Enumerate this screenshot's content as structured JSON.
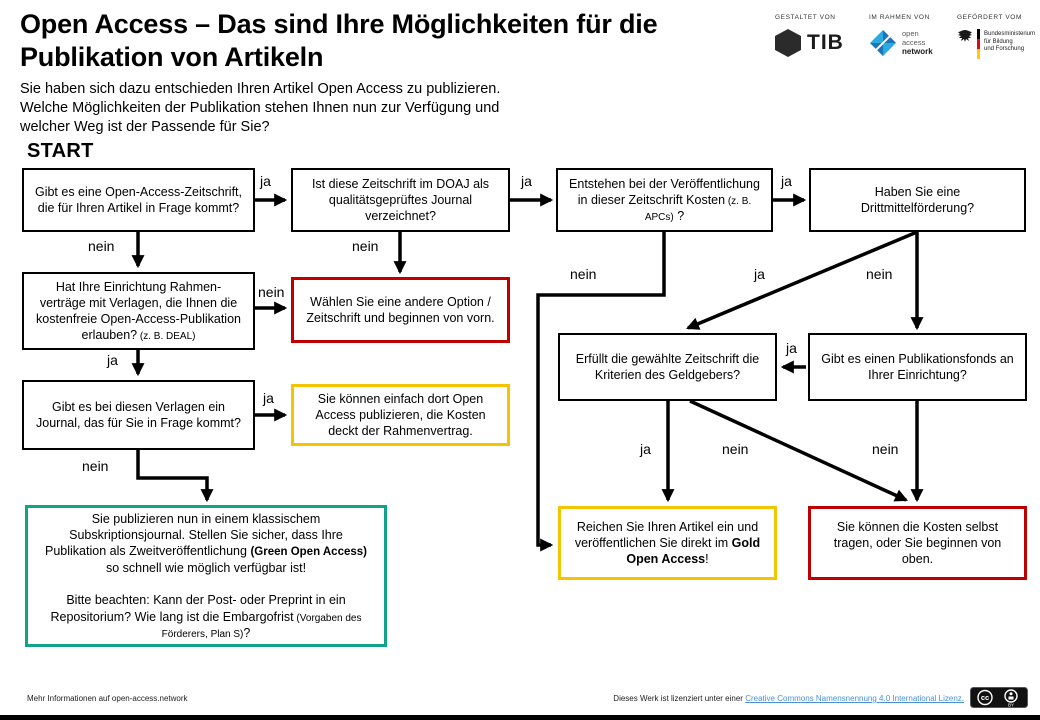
{
  "header": {
    "title": "Open Access – Das sind Ihre Möglichkeiten für die Publikation von Artikeln",
    "intro": "Sie haben sich dazu entschieden Ihren Artikel Open Access zu publizieren. Welche Möglichkeiten der Publikation stehen Ihnen nun zur Verfügung und welcher Weg ist der Passende für Sie?"
  },
  "logos": {
    "designed_by": {
      "caption": "GESTALTET VON",
      "name": "TIB"
    },
    "framework_of": {
      "caption": "IM RAHMEN VON",
      "line1": "open",
      "line2": "access",
      "line3": "network"
    },
    "funded_by": {
      "caption": "GEFÖRDERT VOM",
      "line1": "Bundesministerium",
      "line2": "für Bildung",
      "line3": "und Forschung"
    }
  },
  "start_label": "START",
  "boxes": {
    "q_oa_journal": {
      "text": "Gibt es eine Open-Access-Zeitschrift, die für Ihren Artikel in Frage kommt?"
    },
    "q_doaj": {
      "text": "Ist diese Zeitschrift im DOAJ als qualitätsgeprüftes Journal verzeichnet?"
    },
    "q_costs": {
      "text": "Entstehen bei der Veröffentlichung in dieser Zeitschrift Kosten",
      "note": " (z. B. APCs)",
      "suffix": " ?"
    },
    "q_funding": {
      "text": "Haben Sie eine Drittmittelförderung?"
    },
    "q_agreements": {
      "text": "Hat Ihre Einrichtung Rahmen-verträge mit Verlagen, die Ihnen die kostenfreie Open-Access-Publikation erlauben?",
      "note": " (z. B. DEAL)"
    },
    "outcome_restart": {
      "text": "Wählen Sie eine andere Option / Zeitschrift und beginnen von vorn."
    },
    "q_journal_fit": {
      "text": "Gibt es bei diesen Verlagen ein Journal, das für Sie in Frage kommt?"
    },
    "outcome_deal": {
      "text": "Sie können einfach dort Open Access publizieren, die Kosten deckt der Rahmenvertrag."
    },
    "outcome_green": {
      "p1": "Sie publizieren nun in einem klassischem Subskriptionsjournal. Stellen Sie sicher, dass Ihre Publikation als Zweitveröffentlichung ",
      "p1_bold": "(Green Open Access)",
      "p1_rest": " so schnell wie möglich verfügbar ist!",
      "p2": "Bitte beachten: Kann der Post- oder Preprint in ein Repositorium? Wie lang ist die Embargofrist",
      "p2_note": " (Vorgaben des Förderers, Plan S)",
      "p2_suffix": "?"
    },
    "q_criteria": {
      "text": "Erfüllt die gewählte Zeitschrift die Kriterien des Geldgebers?"
    },
    "q_fund": {
      "text": "Gibt es einen Publikationsfonds an Ihrer Einrichtung?"
    },
    "outcome_gold": {
      "text": "Reichen Sie Ihren Artikel ein und veröffentlichen Sie direkt im ",
      "bold": "Gold Open Access",
      "suffix": "!"
    },
    "outcome_self": {
      "text": "Sie können die Kosten selbst tragen, oder Sie beginnen von oben."
    }
  },
  "edges": {
    "oa_to_doaj": "ja",
    "doaj_to_costs": "ja",
    "costs_to_funding": "ja",
    "oa_to_agreements": "nein",
    "doaj_to_restart": "nein",
    "agreements_to_restart": "nein",
    "agreements_to_journalfit": "ja",
    "journalfit_to_deal": "ja",
    "journalfit_to_green": "nein",
    "costs_to_gold": "nein",
    "funding_to_criteria": "ja",
    "funding_to_fund": "nein",
    "fund_to_criteria": "ja",
    "criteria_to_gold": "ja",
    "criteria_to_self": "nein",
    "fund_to_self": "nein"
  },
  "footer": {
    "left": "Mehr Informationen  auf open-access.network",
    "license_prefix": "Dieses Werk ist lizenziert unter einer ",
    "license_link": "Creative Commons Namensnennung  4.0 International  Lizenz.",
    "cc_badge": "CC BY"
  },
  "colors": {
    "outcome_red": "#C00000",
    "outcome_yellow": "#F2C500",
    "outcome_teal": "#11A388",
    "line_black": "#000000",
    "link_blue": "#4A90D9"
  }
}
